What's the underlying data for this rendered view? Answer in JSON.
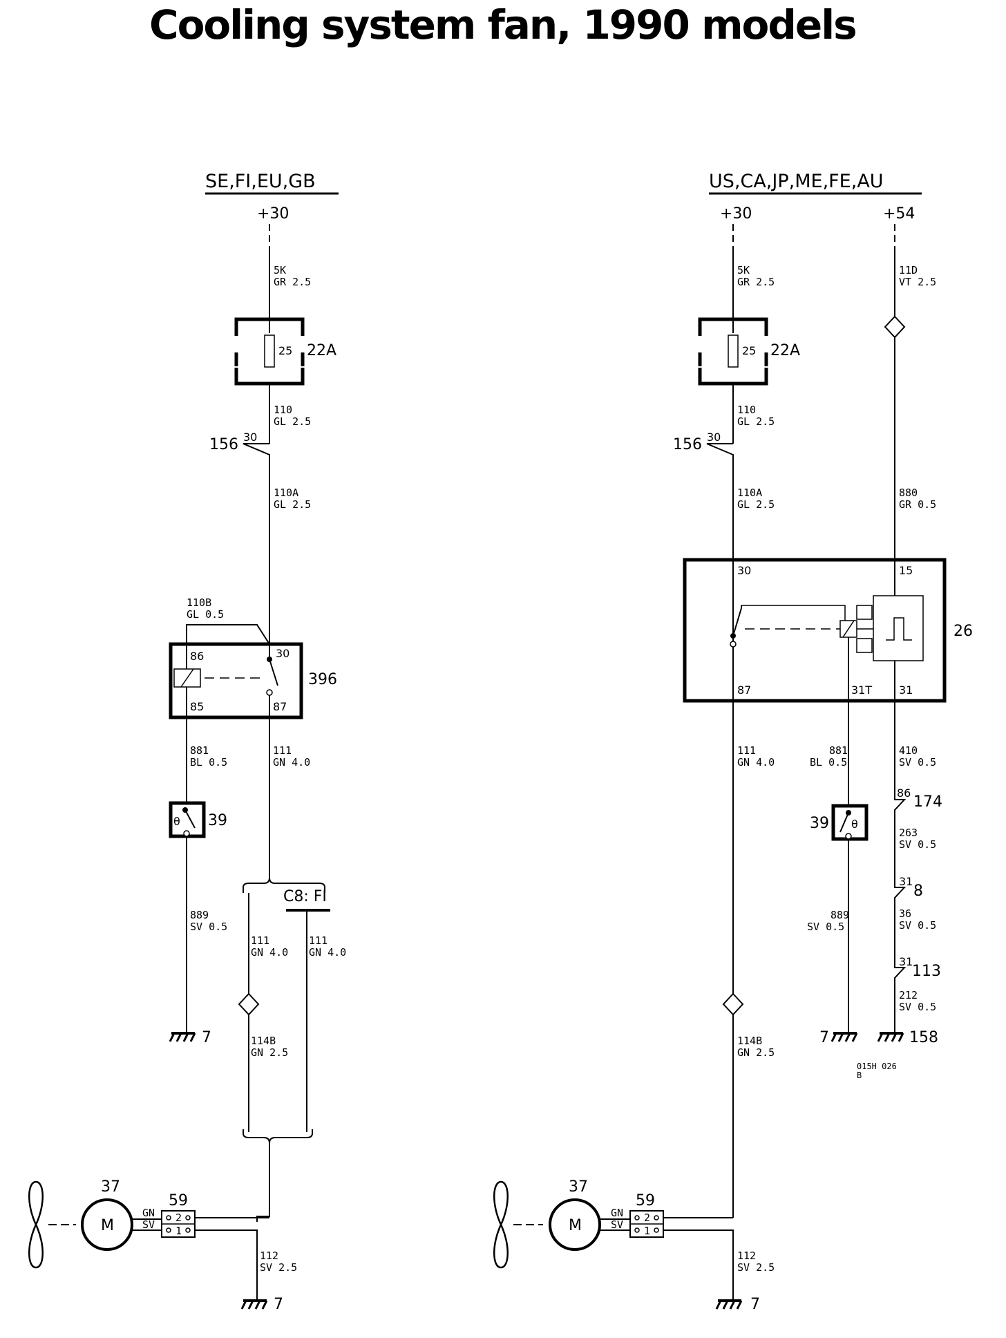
{
  "title": "Cooling system fan, 1990 models",
  "left": {
    "region": "SE,FI,EU,GB",
    "supply": "+30",
    "w1": [
      "5K",
      "GR 2.5"
    ],
    "fuse_rating": "25",
    "fuse_id": "22A",
    "w2": [
      "110",
      "GL 2.5"
    ],
    "conn156": "156",
    "pin30": "30",
    "w3": [
      "110A",
      "GL 2.5"
    ],
    "w110b": [
      "110B",
      "GL 0.5"
    ],
    "relay_pins": [
      "86",
      "30",
      "85",
      "87"
    ],
    "relay_id": "396",
    "w881": [
      "881",
      "BL 0.5"
    ],
    "w111": [
      "111",
      "GN 4.0"
    ],
    "sensor_id": "39",
    "theta": "θ",
    "c8": "C8: FI",
    "w889": [
      "889",
      "SV 0.5"
    ],
    "w111a": [
      "111",
      "GN 4.0"
    ],
    "w111b": [
      "111",
      "GN 4.0"
    ],
    "w114b": [
      "114B",
      "GN 2.5"
    ],
    "ground7a": "7",
    "motor_id": "37",
    "motor_letter": "M",
    "conn59": "59",
    "gn": "GN",
    "sv": "SV",
    "w112": [
      "112",
      "SV 2.5"
    ],
    "ground7b": "7"
  },
  "right": {
    "region": "US,CA,JP,ME,FE,AU",
    "supply30": "+30",
    "supply54": "+54",
    "w1": [
      "5K",
      "GR 2.5"
    ],
    "w11d": [
      "11D",
      "VT 2.5"
    ],
    "fuse_rating": "25",
    "fuse_id": "22A",
    "w2": [
      "110",
      "GL 2.5"
    ],
    "conn156": "156",
    "pin30": "30",
    "w3": [
      "110A",
      "GL 2.5"
    ],
    "w880": [
      "880",
      "GR 0.5"
    ],
    "unit_pins": [
      "30",
      "15",
      "87",
      "31T",
      "31"
    ],
    "unit_id": "26",
    "w111": [
      "111",
      "GN 4.0"
    ],
    "w881": [
      "881",
      "BL 0.5"
    ],
    "w410": [
      "410",
      "SV 0.5"
    ],
    "c174": [
      "86",
      "174"
    ],
    "sensor_id": "39",
    "theta": "θ",
    "w263": [
      "263",
      "SV 0.5"
    ],
    "c8": [
      "31",
      "8"
    ],
    "w889": [
      "889",
      "SV 0.5"
    ],
    "w36": [
      "36",
      "SV 0.5"
    ],
    "c113": [
      "31",
      "113"
    ],
    "w212": [
      "212",
      "SV 0.5"
    ],
    "w114b": [
      "114B",
      "GN 2.5"
    ],
    "ground7": "7",
    "ground158": "158",
    "ref": [
      "015H 026",
      "B"
    ],
    "motor_id": "37",
    "motor_letter": "M",
    "conn59": "59",
    "gn": "GN",
    "sv": "SV",
    "w112": [
      "112",
      "SV 2.5"
    ],
    "ground7b": "7"
  }
}
